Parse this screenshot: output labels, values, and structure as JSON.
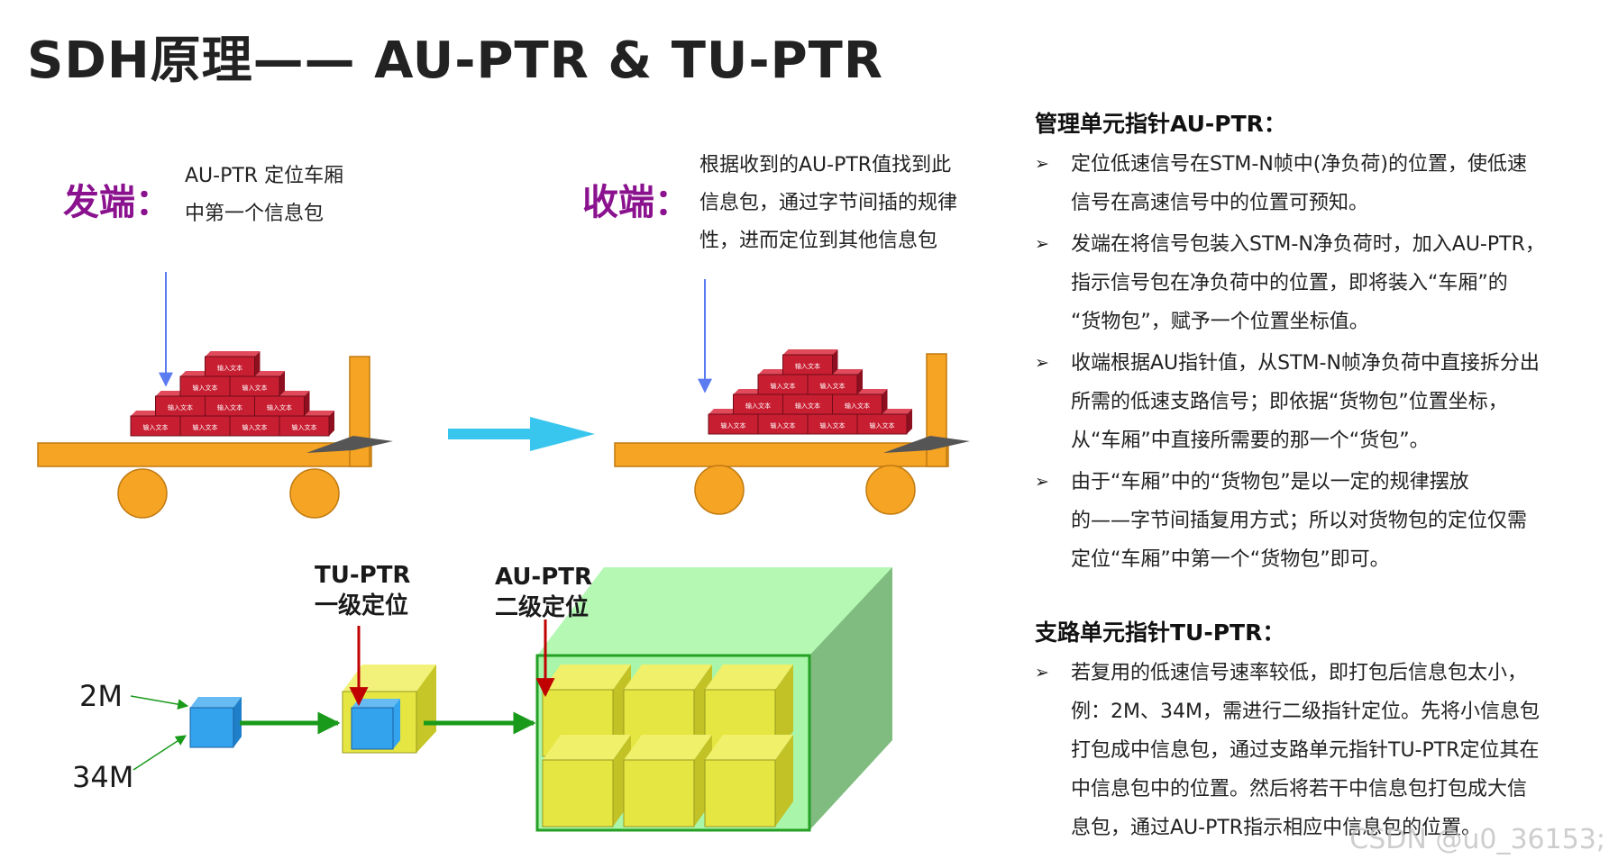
{
  "title": "SDH原理—— AU-PTR & TU-PTR",
  "send": {
    "label": "发端：",
    "note": [
      "AU-PTR 定位车厢",
      "中第一个信息包"
    ]
  },
  "recv": {
    "label": "收端：",
    "note": [
      "根据收到的AU-PTR值找到此",
      "信息包，通过字节间插的规律",
      "性，进而定位到其他信息包"
    ]
  },
  "box_label": "输入文本",
  "diagram": {
    "tu_ptr": [
      "TU-PTR",
      "一级定位"
    ],
    "au_ptr": [
      "AU-PTR",
      "二级定位"
    ],
    "in_2m": "2M",
    "in_34m": "34M"
  },
  "colors": {
    "truck": "#f6a424",
    "box": "#c81e32",
    "label_purple": "#8b128f",
    "arrow_blue": "#39c6ee",
    "pointer_red": "#c00000",
    "flow_green": "#1a9a1a",
    "cube_blue": "#33a3ee",
    "cube_yellow": "#e6e642",
    "container_green": "#a9f5a9"
  },
  "right": {
    "au_title": "管理单元指针AU-PTR：",
    "au_bullets": [
      {
        "lines": [
          "定位低速信号在STM-N帧中(净负荷)的位置，使低速",
          "信号在高速信号中的位置可预知。"
        ]
      },
      {
        "lines": [
          "发端在将信号包装入STM-N净负荷时，加入AU-PTR，",
          "指示信号包在净负荷中的位置，即将装入“车厢”的",
          "“货物包”，赋予一个位置坐标值。"
        ]
      },
      {
        "lines": [
          "收端根据AU指针值，从STM-N帧净负荷中直接拆分出",
          "所需的低速支路信号；即依据“货物包”位置坐标，",
          "从“车厢”中直接所需要的那一个“货包”。"
        ]
      },
      {
        "lines": [
          "由于“车厢”中的“货物包”是以一定的规律摆放",
          "的——字节间插复用方式；所以对货物包的定位仅需",
          "定位“车厢”中第一个“货物包”即可。"
        ]
      }
    ],
    "tu_title": "支路单元指针TU-PTR：",
    "tu_bullets": [
      {
        "lines": [
          "若复用的低速信号速率较低，即打包后信息包太小，",
          "例：2M、34M，需进行二级指针定位。先将小信息包",
          "打包成中信息包，通过支路单元指针TU-PTR定位其在",
          "中信息包中的位置。然后将若干中信息包打包成大信",
          "息包，通过AU-PTR指示相应中信息包的位置。"
        ]
      }
    ]
  },
  "watermark": "CSDN @u0_36153;"
}
